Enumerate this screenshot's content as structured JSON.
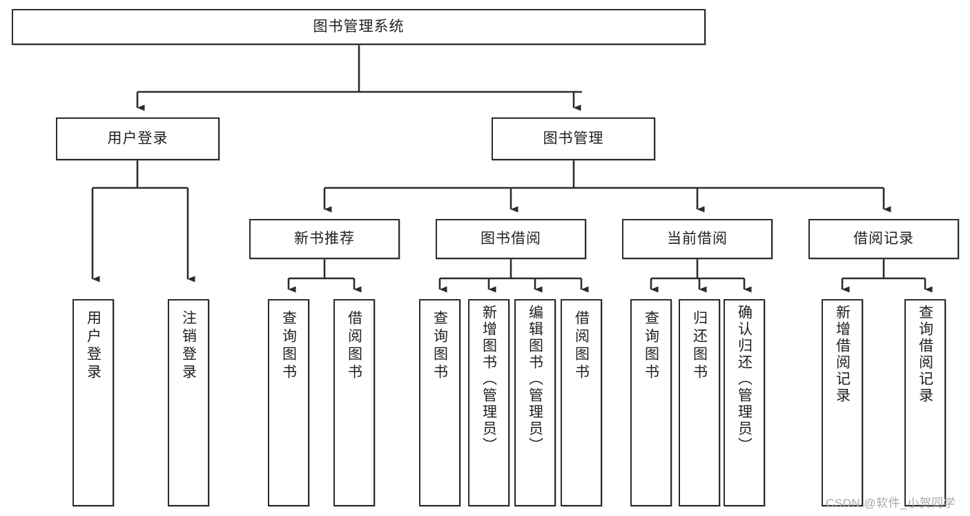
{
  "diagram": {
    "type": "tree-hierarchy-chart",
    "title": "图书管理系统",
    "root": {
      "id": "root",
      "label": "图书管理系统"
    },
    "level2": [
      {
        "id": "user-login",
        "label": "用户登录"
      },
      {
        "id": "book-management",
        "label": "图书管理"
      }
    ],
    "level3": [
      {
        "id": "new-book-recommend",
        "label": "新书推荐",
        "parent": "book-management"
      },
      {
        "id": "book-borrow",
        "label": "图书借阅",
        "parent": "book-management"
      },
      {
        "id": "current-borrow",
        "label": "当前借阅",
        "parent": "book-management"
      },
      {
        "id": "borrow-record",
        "label": "借阅记录",
        "parent": "book-management"
      }
    ],
    "leaves": [
      {
        "id": "leaf-user-login",
        "label": "用户登录",
        "parent": "user-login"
      },
      {
        "id": "leaf-logout-login",
        "label": "注销登录",
        "parent": "user-login"
      },
      {
        "id": "leaf-query-book-1",
        "label": "查询图书",
        "parent": "new-book-recommend"
      },
      {
        "id": "leaf-borrow-book-1",
        "label": "借阅图书",
        "parent": "new-book-recommend"
      },
      {
        "id": "leaf-query-book-2",
        "label": "查询图书",
        "parent": "book-borrow"
      },
      {
        "id": "leaf-add-book",
        "label": "新增图书（管理员）",
        "parent": "book-borrow"
      },
      {
        "id": "leaf-edit-book",
        "label": "编辑图书（管理员）",
        "parent": "book-borrow"
      },
      {
        "id": "leaf-borrow-book-2",
        "label": "借阅图书",
        "parent": "book-borrow"
      },
      {
        "id": "leaf-query-book-3",
        "label": "查询图书",
        "parent": "current-borrow"
      },
      {
        "id": "leaf-return-book",
        "label": "归还图书",
        "parent": "current-borrow"
      },
      {
        "id": "leaf-confirm-return",
        "label": "确认归还（管理员）",
        "parent": "current-borrow"
      },
      {
        "id": "leaf-add-record",
        "label": "新增借阅记录",
        "parent": "borrow-record"
      },
      {
        "id": "leaf-query-record",
        "label": "查询借阅记录",
        "parent": "borrow-record"
      }
    ],
    "watermark": "CSDN @软件_小贺同学",
    "colors": {
      "border": "#2b2b2b",
      "background": "#ffffff",
      "text": "#1f1f1f",
      "connector": "#2b2b2b",
      "watermark": "#a8a8a8"
    }
  }
}
